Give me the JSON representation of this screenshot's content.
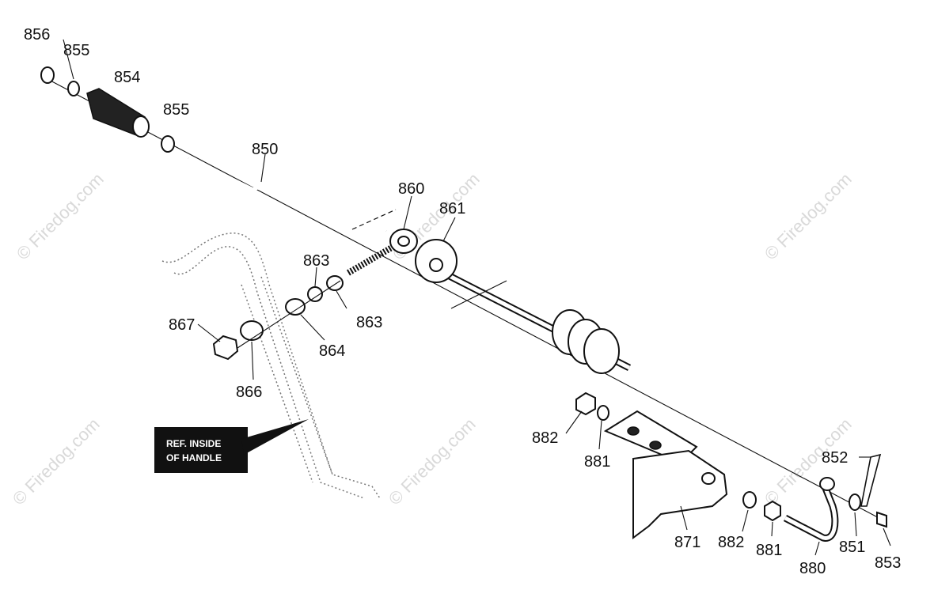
{
  "watermark": "© Firedog.com",
  "ref_note": {
    "line1": "REF. INSIDE",
    "line2": "OF HANDLE"
  },
  "parts": {
    "p856": "856",
    "p855a": "855",
    "p854": "854",
    "p855b": "855",
    "p850": "850",
    "p860": "860",
    "p861": "861",
    "p863a": "863",
    "p863b": "863",
    "p864": "864",
    "p867": "867",
    "p866": "866",
    "p882a": "882",
    "p881a": "881",
    "p871": "871",
    "p882b": "882",
    "p881b": "881",
    "p880": "880",
    "p852": "852",
    "p851": "851",
    "p853": "853"
  }
}
